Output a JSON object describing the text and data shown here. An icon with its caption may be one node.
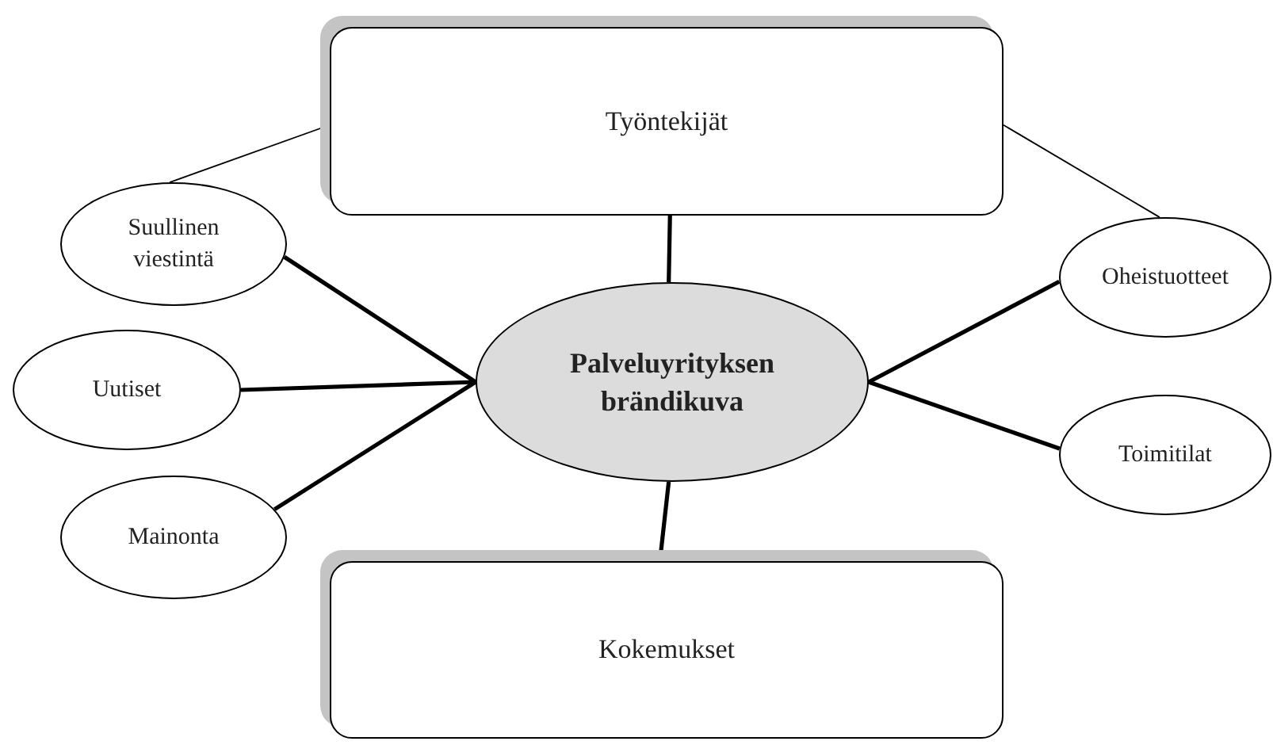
{
  "diagram": {
    "nodes": [
      {
        "text": [
          "Työntekijät"
        ]
      },
      {
        "text": [
          "Suullinen viestintä"
        ]
      },
      {
        "text": [
          "Oheistuotteet"
        ]
      },
      {
        "text": [
          "Uutiset"
        ]
      },
      {
        "text": [
          "Palveluyrityksen brändikuva"
        ]
      },
      {
        "text": [
          "Toimitilat"
        ]
      },
      {
        "text": [
          "Mainonta"
        ]
      },
      {
        "text": [
          "Kokemukset"
        ]
      }
    ],
    "edges": [
      {
        "from": 0,
        "to": 1,
        "arrow": "none"
      },
      {
        "from": 0,
        "to": 2,
        "arrow": "none"
      },
      {
        "from": 4,
        "to": 1,
        "arrow": "none"
      },
      {
        "from": 4,
        "to": 3,
        "arrow": "none"
      },
      {
        "from": 4,
        "to": 6,
        "arrow": "none"
      },
      {
        "from": 4,
        "to": 0,
        "arrow": "none"
      },
      {
        "from": 4,
        "to": 7,
        "arrow": "none"
      },
      {
        "from": 4,
        "to": 2,
        "arrow": "none"
      },
      {
        "from": 4,
        "to": 5,
        "arrow": "none"
      }
    ]
  }
}
